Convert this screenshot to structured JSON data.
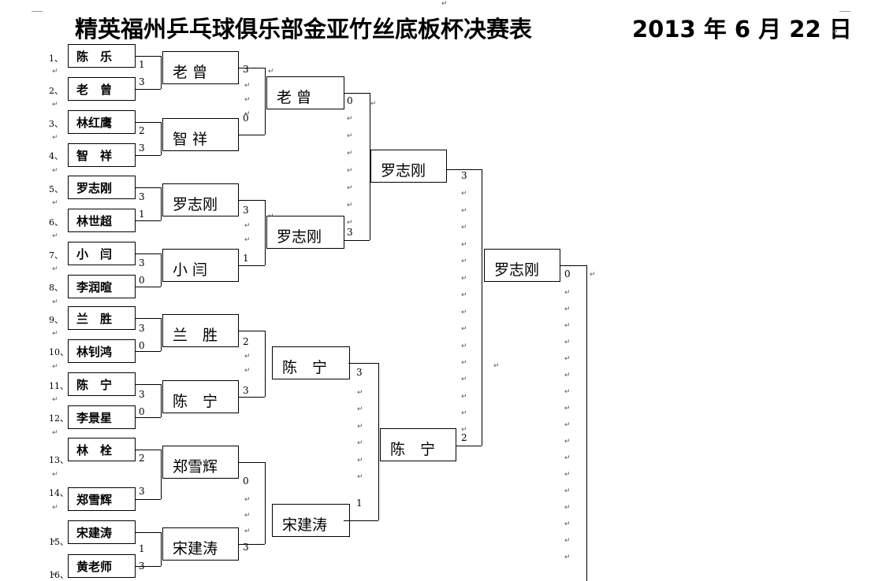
{
  "title": "精英福州乒乓球俱乐部金亚竹丝底板杯决赛表",
  "date": "2013 年 6 月 22 日",
  "return_mark": "↵",
  "round1": {
    "numbers": [
      "1、",
      "2、",
      "3、",
      "4、",
      "5、",
      "6、",
      "7、",
      "8、",
      "9、",
      "10、",
      "11、",
      "12、",
      "13、",
      "14、",
      "15、",
      "16、"
    ],
    "players": [
      "陈　乐",
      "老　曾",
      "林红鹰",
      "智　祥",
      "罗志刚",
      "林世超",
      "小　闫",
      "李润暄",
      "兰　胜",
      "林钊鸿",
      "陈　宁",
      "李景星",
      "林　栓",
      "郑雪辉",
      "宋建涛",
      "黄老师"
    ],
    "scores": [
      "1",
      "3",
      "2",
      "3",
      "3",
      "1",
      "3",
      "0",
      "3",
      "0",
      "3",
      "0",
      "2",
      "3",
      "1",
      "3"
    ]
  },
  "round2": {
    "players": [
      "老 曾",
      "智 祥",
      "罗志刚",
      "小 闫",
      "兰　胜",
      "陈　宁",
      "郑雪辉",
      "宋建涛"
    ],
    "scores": [
      "3",
      "0",
      "3",
      "1",
      "2",
      "3",
      "0",
      "3"
    ]
  },
  "round3": {
    "players": [
      "老 曾",
      "罗志刚",
      "陈　宁",
      "宋建涛"
    ],
    "scores": [
      "0",
      "3",
      "3",
      "1"
    ]
  },
  "semifinal": {
    "players": [
      "罗志刚",
      "陈　宁"
    ],
    "scores": [
      "3",
      "2"
    ]
  },
  "final": {
    "winner": "罗志刚",
    "score": "0"
  }
}
